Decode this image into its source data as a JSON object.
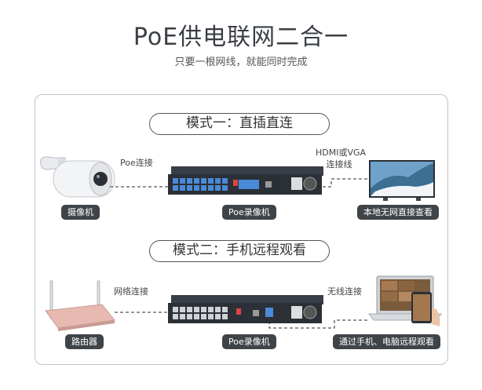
{
  "header": {
    "title": "PoE供电联网二合一",
    "subtitle": "只要一根网线，就能同时完成"
  },
  "mode1": {
    "title": "模式一：直插直连",
    "camera_label": "摄像机",
    "link_left_label": "Poe连接",
    "link_right_label_line1": "HDMI或VGA",
    "link_right_label_line2": "连接线",
    "nvr_label": "Poe录像机",
    "monitor_label": "本地无网直接查看"
  },
  "mode2": {
    "title": "模式二：手机远程观看",
    "router_label": "路由器",
    "link_left_label": "网络连接",
    "link_right_label": "无线连接",
    "nvr_label": "Poe录像机",
    "remote_label": "通过手机、电脑远程观看"
  },
  "colors": {
    "port_blue": "#4a8ad8",
    "device_dark": "#2b2f36",
    "tag_bg": "#3f4449",
    "router_pink": "#e8b9b0"
  },
  "icons": [
    "camera-icon",
    "nvr-icon",
    "monitor-icon",
    "router-icon",
    "laptop-icon",
    "phone-icon"
  ]
}
